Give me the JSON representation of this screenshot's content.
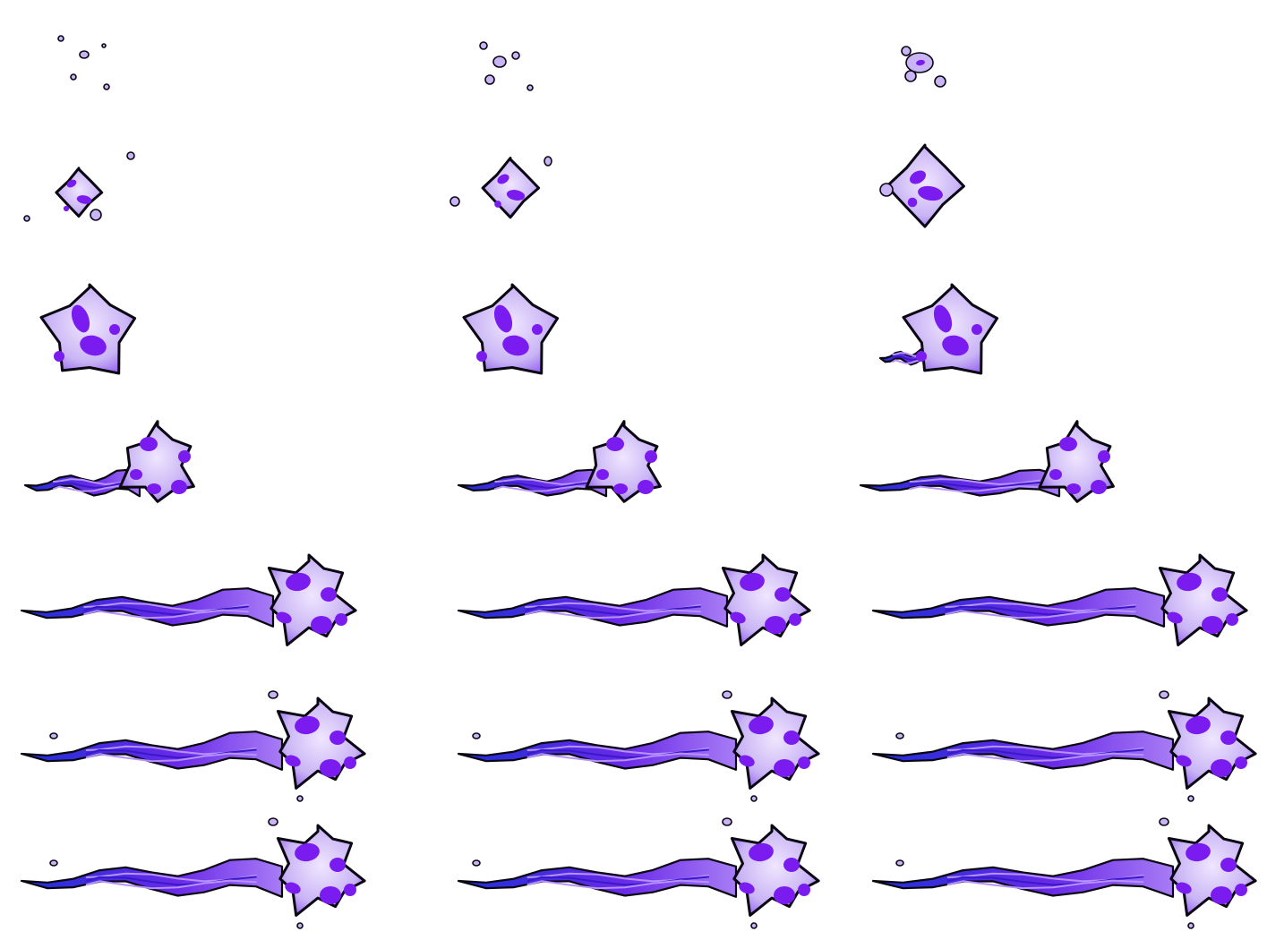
{
  "sheet": {
    "name": "purple-fireball-sprite-sheet",
    "columns": 3,
    "rows": 7,
    "colors": {
      "background": "#ffffff",
      "outline": "#0a0612",
      "body_fill": "#c9b4f5",
      "body_light": "#efe6ff",
      "spot": "#7a1cf0",
      "trail_blue": "#1e2fd6",
      "trail_violet": "#6a2ae8"
    }
  },
  "frames": [
    {
      "stage": "sparks"
    },
    {
      "stage": "sparks"
    },
    {
      "stage": "sparks"
    },
    {
      "stage": "small-blob"
    },
    {
      "stage": "small-blob"
    },
    {
      "stage": "small-blob"
    },
    {
      "stage": "star-blob"
    },
    {
      "stage": "star-blob"
    },
    {
      "stage": "star-blob-tail"
    },
    {
      "stage": "short-comet"
    },
    {
      "stage": "short-comet"
    },
    {
      "stage": "short-comet"
    },
    {
      "stage": "long-comet"
    },
    {
      "stage": "long-comet"
    },
    {
      "stage": "long-comet"
    },
    {
      "stage": "long-comet"
    },
    {
      "stage": "long-comet"
    },
    {
      "stage": "long-comet"
    },
    {
      "stage": "long-comet"
    },
    {
      "stage": "long-comet"
    },
    {
      "stage": "long-comet"
    }
  ]
}
